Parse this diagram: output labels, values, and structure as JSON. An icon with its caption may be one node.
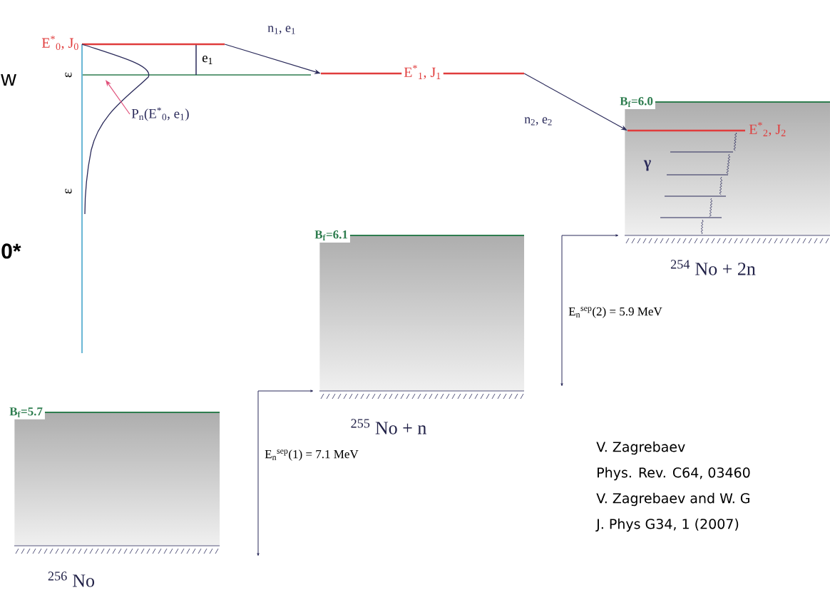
{
  "diagram": {
    "nodes": [
      {
        "text": [
          "E$^{*}$$_{0}$, J$_{0}$"
        ]
      },
      {
        "text": [
          "E$^{*}$$_{1}$, J$_{1}$"
        ]
      },
      {
        "text": [
          "E$^{*}$$_{2}$, J$_{2}$"
        ],
        "in": 5
      },
      {
        "text": [
          "B$_{f}$=5.7"
        ],
        "beside": [
          "$^{256}$ No"
        ]
      },
      {
        "text": [
          "B$_{f}$=6.1"
        ],
        "beside": [
          "$^{255}$ No + n"
        ]
      },
      {
        "text": [
          "B$_{f}$=6.0"
        ],
        "beside": [
          "$^{254}$ No + 2n"
        ]
      },
      {
        "text": [
          "P$_{n}$(E$^{*}$$_{0}$, e$_{1}$)"
        ]
      },
      {
        "text": [],
        "shape": "picture"
      }
    ],
    "edges": [
      {
        "from": 0,
        "to": 1,
        "arrow": "to",
        "label": "n$_{1}$, e$_{1}$"
      },
      {
        "from": 1,
        "to": 2,
        "arrow": "to",
        "label": "n$_{2}$, e$_{2}$"
      },
      {
        "from": 6,
        "to": 7,
        "arrow": "to",
        "color": "#e0507a"
      }
    ],
    "labels": [
      "e$_{1}$",
      "ε",
      "ε",
      "w",
      "0*",
      "γ",
      "E$_{n}$$^{sep}$(2) = 5.9 MeV",
      "E$_{n}$$^{sep}$(1) = 7.1 MeV",
      "V. Zagrebaev",
      "Phys. Rev. C64, 03460",
      "V. Zagrebaev and W. G",
      "J. Phys G34, 1 (2007)"
    ]
  }
}
